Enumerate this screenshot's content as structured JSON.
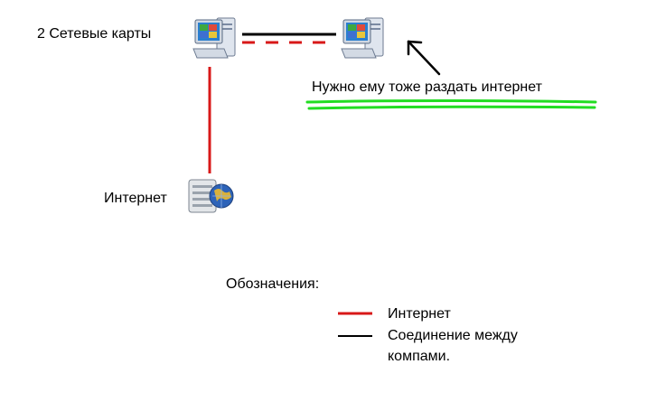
{
  "nodes": {
    "pc1_label": "2 Сетевые карты",
    "internet_label": "Интернет",
    "pc2_note": "Нужно ему тоже раздать интернет"
  },
  "legend": {
    "title": "Обозначения:",
    "internet_label": "Интернет",
    "connection_label_line1": "Соединение между",
    "connection_label_line2": "компами."
  },
  "colors": {
    "internet_line": "#d81818",
    "connection_line": "#000000",
    "highlight": "#22dd22"
  },
  "icons": [
    "computer-icon",
    "computer-icon",
    "internet-server-icon",
    "arrow-icon"
  ]
}
